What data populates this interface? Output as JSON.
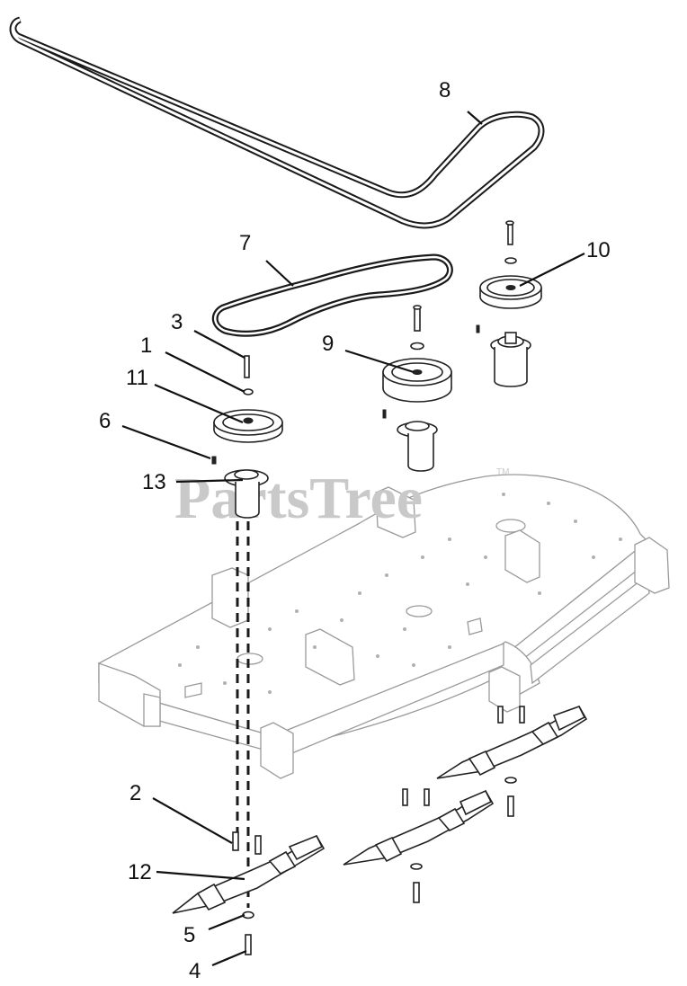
{
  "watermark": {
    "brand": "PartsTree",
    "trademark": "TM"
  },
  "callouts": [
    {
      "id": "c8",
      "label": "8"
    },
    {
      "id": "c7",
      "label": "7"
    },
    {
      "id": "c10",
      "label": "10"
    },
    {
      "id": "c3",
      "label": "3"
    },
    {
      "id": "c1",
      "label": "1"
    },
    {
      "id": "c9",
      "label": "9"
    },
    {
      "id": "c11",
      "label": "11"
    },
    {
      "id": "c6",
      "label": "6"
    },
    {
      "id": "c13",
      "label": "13"
    },
    {
      "id": "c2",
      "label": "2"
    },
    {
      "id": "c12",
      "label": "12"
    },
    {
      "id": "c5",
      "label": "5"
    },
    {
      "id": "c4",
      "label": "4"
    }
  ],
  "colors": {
    "ink": "#1a1a1a",
    "deck_line": "#9a9a9a",
    "watermark": "#c9c9c9",
    "background": "#ffffff"
  }
}
